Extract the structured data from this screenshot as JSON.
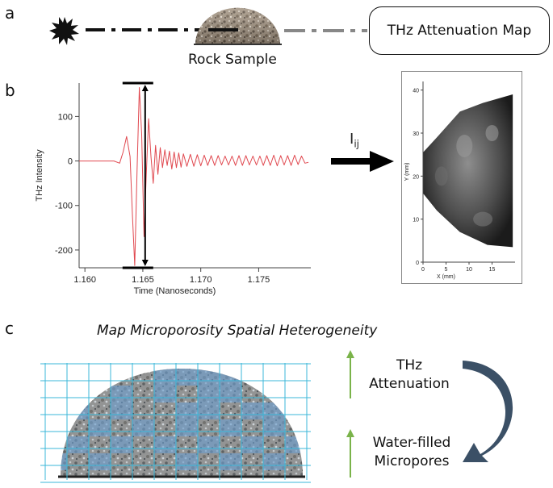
{
  "panel_a": {
    "letter": "a",
    "sample_label": "Rock Sample",
    "map_box_label": "THz Attenuation Map"
  },
  "panel_b": {
    "letter": "b",
    "arrow_label_main": "I",
    "arrow_label_sub": "ij"
  },
  "panel_c": {
    "letter": "c",
    "title": "Map Microporosity Spatial Heterogeneity",
    "legend_top": [
      "THz",
      "Attenuation"
    ],
    "legend_bottom": [
      "Water-filled",
      "Micropores"
    ]
  },
  "colors": {
    "waveform": "#e0484f",
    "grid": "#3bb7d8",
    "rock": "#9a8c7c",
    "pore_tint": "#6a9ed0",
    "up_arrow": "#7ab34a",
    "curved_arrow": "#3b5066"
  },
  "chart_data": [
    {
      "type": "line",
      "xlabel": "Time (Nanoseconds)",
      "ylabel": "THz Intensity",
      "xlim": [
        1.1595,
        1.1795
      ],
      "ylim": [
        -240,
        175
      ],
      "xticks": [
        "1.160",
        "1.165",
        "1.170",
        "1.175"
      ],
      "xtick_values": [
        1.16,
        1.165,
        1.17,
        1.175
      ],
      "yticks": [
        "100",
        "0",
        "-100",
        "-200"
      ],
      "ytick_values": [
        100,
        0,
        -100,
        -200
      ],
      "series": [
        {
          "x": [
            1.1595,
            1.1625,
            1.163,
            1.1633,
            1.1636,
            1.1639,
            1.1641,
            1.1643,
            1.1645,
            1.1647,
            1.1649,
            1.1651,
            1.1653,
            1.1655,
            1.1657,
            1.1659,
            1.1661,
            1.1663,
            1.1665,
            1.1667,
            1.1669,
            1.1671,
            1.1673,
            1.1675,
            1.1677,
            1.1679,
            1.1681,
            1.1683,
            1.1685,
            1.1688,
            1.1691,
            1.1694,
            1.1697,
            1.17,
            1.1703,
            1.1706,
            1.1709,
            1.1712,
            1.1715,
            1.1718,
            1.1721,
            1.1724,
            1.1727,
            1.173,
            1.1733,
            1.1736,
            1.1739,
            1.1742,
            1.1745,
            1.1748,
            1.1751,
            1.1754,
            1.1757,
            1.176,
            1.1763,
            1.1766,
            1.1769,
            1.1772,
            1.1775,
            1.1778,
            1.1781,
            1.1784,
            1.1787,
            1.179,
            1.1793
          ],
          "y": [
            0,
            0,
            -5,
            20,
            55,
            10,
            -120,
            -235,
            -20,
            165,
            60,
            -170,
            -30,
            95,
            10,
            -50,
            35,
            -30,
            30,
            -15,
            25,
            -10,
            22,
            -18,
            20,
            -15,
            18,
            -14,
            16,
            -12,
            15,
            -12,
            14,
            -11,
            13,
            -10,
            12,
            -10,
            12,
            -9,
            11,
            -9,
            11,
            -10,
            12,
            -10,
            12,
            -9,
            11,
            -9,
            11,
            -10,
            12,
            -10,
            13,
            -11,
            12,
            -9,
            12,
            -10,
            13,
            -8,
            11,
            -5,
            -3
          ]
        }
      ],
      "range_marker": {
        "top": 175,
        "bottom": -240,
        "x": 1.1652
      }
    },
    {
      "type": "heatmap",
      "xlabel": "X (mm)",
      "ylabel": "Y (mm)",
      "xlim": [
        0,
        20
      ],
      "ylim": [
        0,
        42
      ],
      "xticks": [
        "0",
        "5",
        "10",
        "15"
      ],
      "xtick_values": [
        0,
        5,
        10,
        15
      ],
      "yticks": [
        "0",
        "10",
        "20",
        "30",
        "40"
      ],
      "ytick_values": [
        0,
        10,
        20,
        30,
        40
      ]
    }
  ]
}
